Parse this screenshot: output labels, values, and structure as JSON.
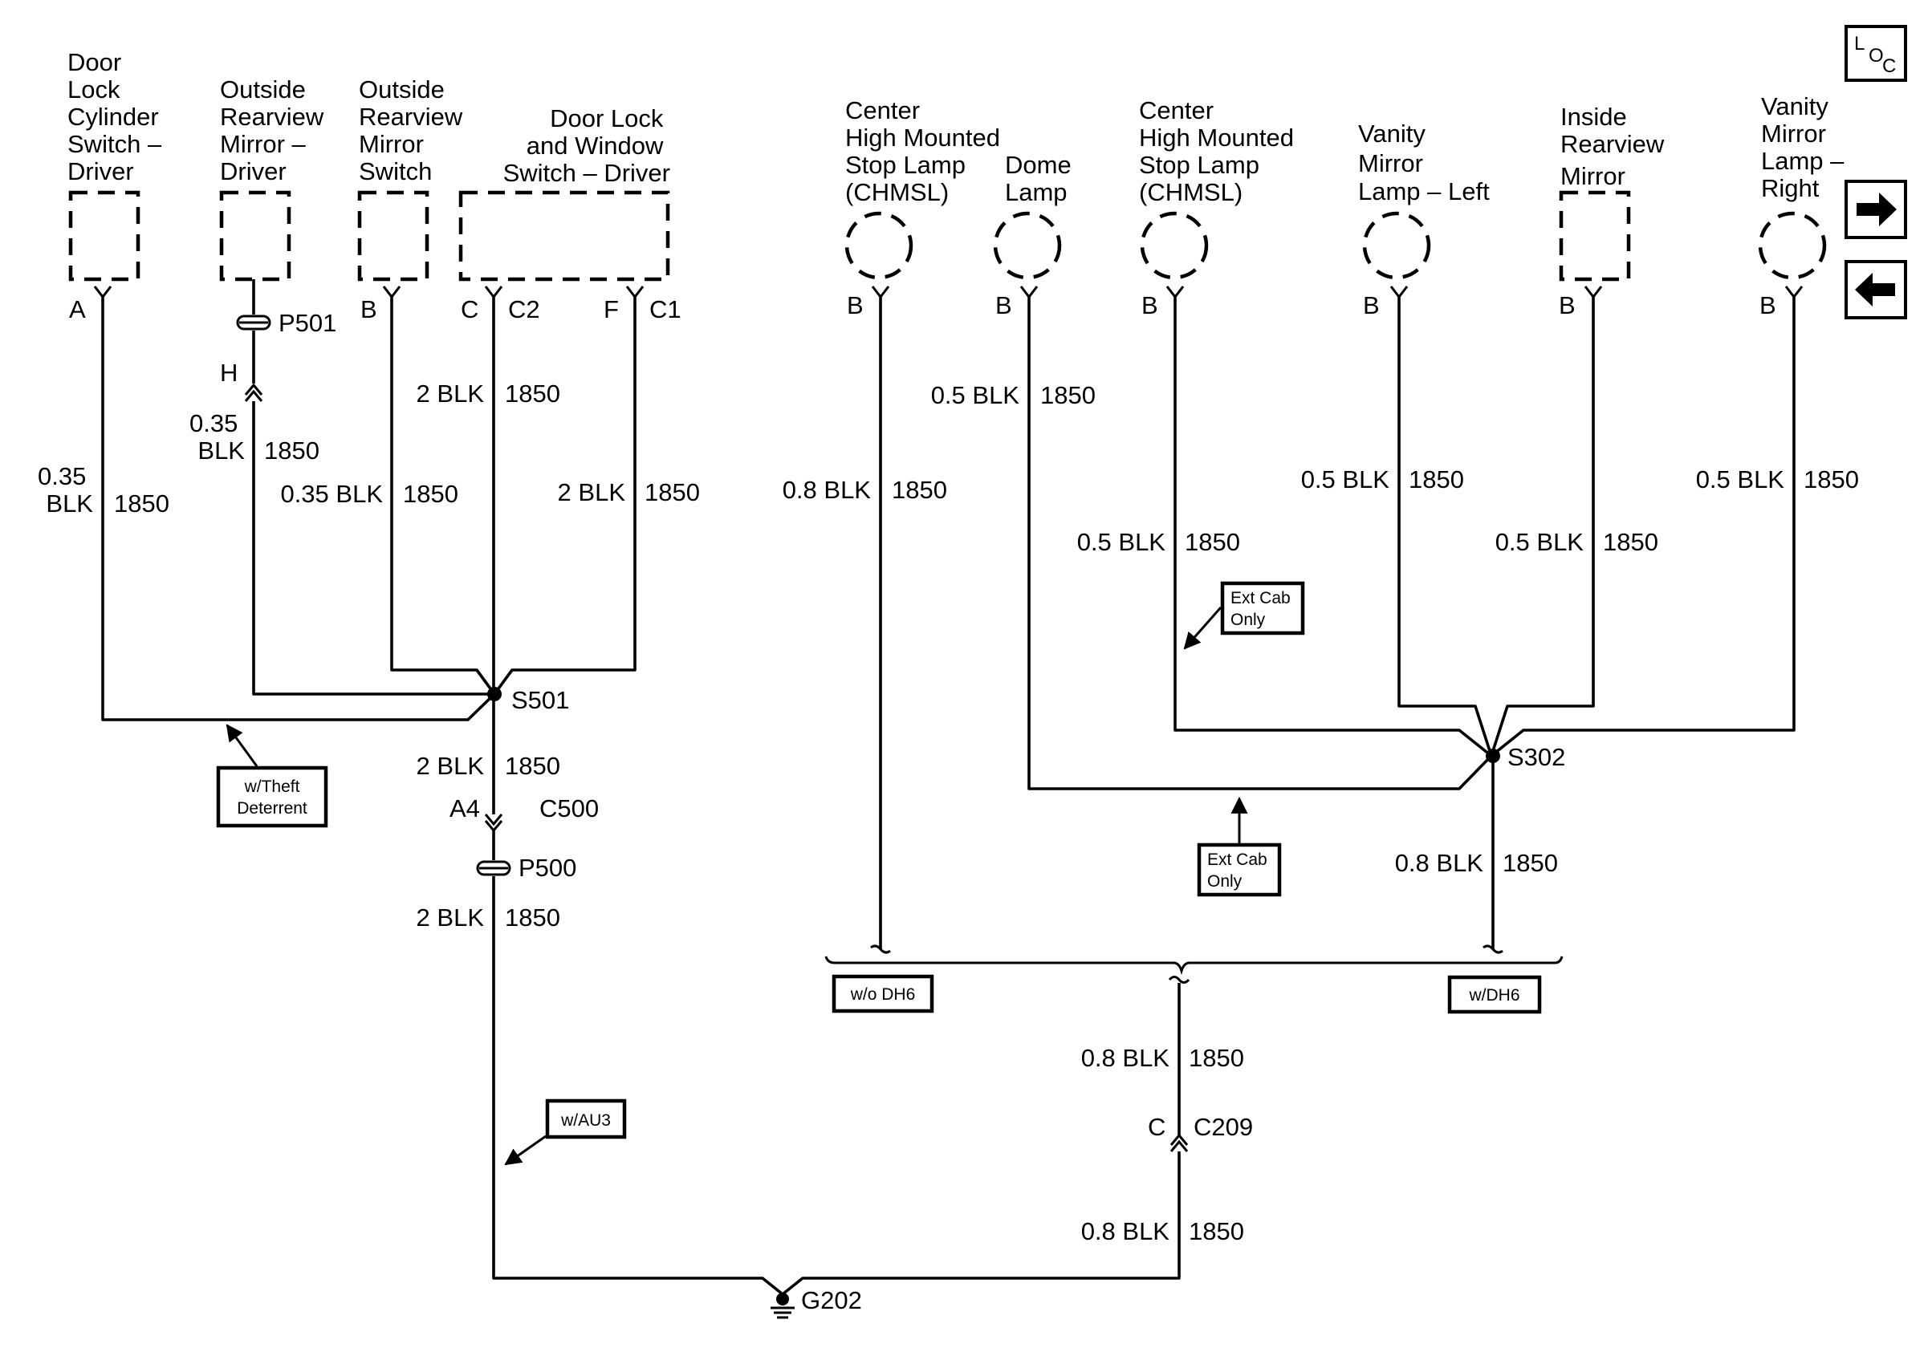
{
  "components": {
    "door_lock_cyl": [
      "Door",
      "Lock",
      "Cylinder",
      "Switch –",
      "Driver"
    ],
    "orv_mirror": [
      "Outside",
      "Rearview",
      "Mirror –",
      "Driver"
    ],
    "orv_switch": [
      "Outside",
      "Rearview",
      "Mirror",
      "Switch"
    ],
    "door_lock_win": [
      "Door Lock",
      "and Window",
      "Switch – Driver"
    ],
    "chmsl_1": [
      "Center",
      "High Mounted",
      "Stop Lamp",
      "(CHMSL)"
    ],
    "dome": [
      "Dome",
      "Lamp"
    ],
    "chmsl_2": [
      "Center",
      "High Mounted",
      "Stop Lamp",
      "(CHMSL)"
    ],
    "vanity_left": [
      "Vanity",
      "Mirror",
      "Lamp – Left"
    ],
    "inside_mirror": [
      "Inside",
      "Rearview",
      "Mirror"
    ],
    "vanity_right": [
      "Vanity",
      "Mirror",
      "Lamp –",
      "Right"
    ]
  },
  "pins": {
    "a": "A",
    "b": "B",
    "c": "C",
    "f": "F",
    "h": "H",
    "a4": "A4"
  },
  "connectors": {
    "c1": "C1",
    "c2": "C2",
    "p501": "P501",
    "p500": "P500",
    "c500": "C500",
    "c209": "C209",
    "s501": "S501",
    "s302": "S302",
    "g202": "G202"
  },
  "wires": {
    "blk_035": "0.35 BLK",
    "blk_035_a": "0.35",
    "blk_035_b": "BLK",
    "blk_2": "2 BLK",
    "blk_05": "0.5 BLK",
    "blk_08": "0.8 BLK",
    "circuit": "1850"
  },
  "options": {
    "theft_1": "w/Theft",
    "theft_2": "Deterrent",
    "au3": "w/AU3",
    "extcab_1": "Ext Cab",
    "extcab_2": "Only",
    "wo_dh6": "w/o DH6",
    "w_dh6": "w/DH6"
  },
  "nav": {
    "loc_l": "L",
    "loc_o": "O",
    "loc_c": "C",
    "next_icon": "arrow-right-icon",
    "prev_icon": "arrow-left-icon"
  }
}
